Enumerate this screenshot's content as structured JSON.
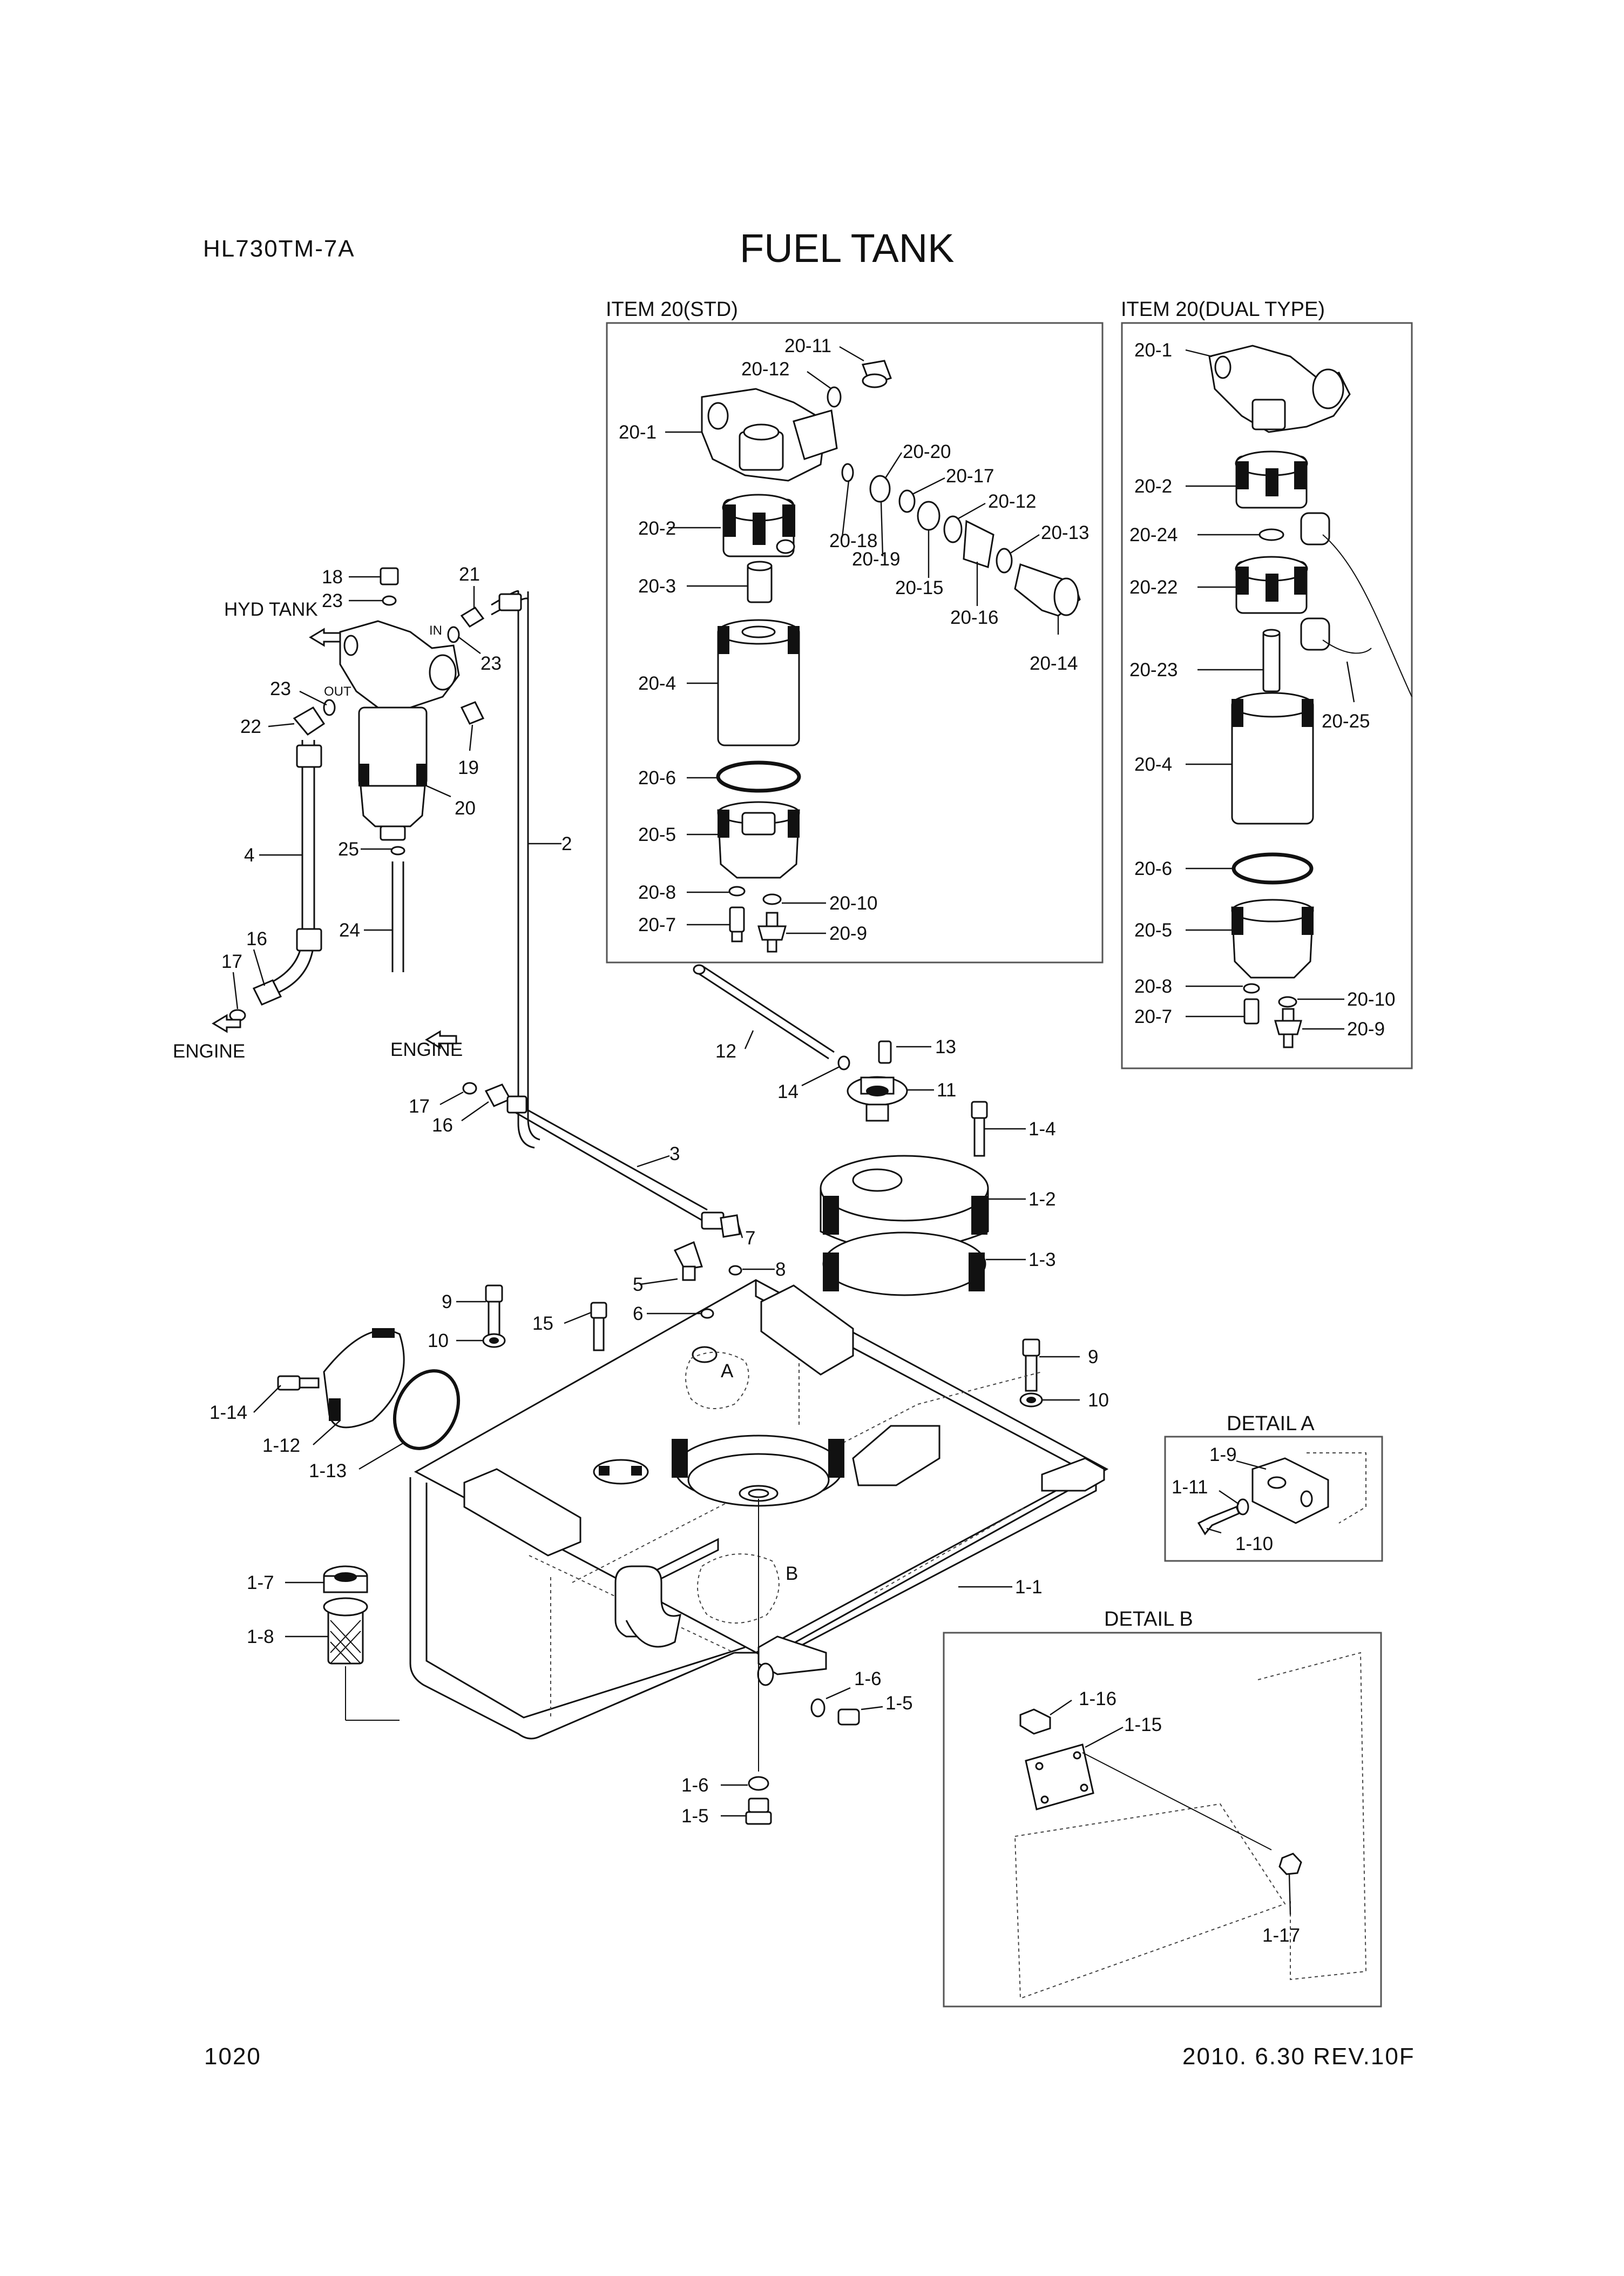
{
  "header": {
    "model": "HL730TM-7A",
    "title": "FUEL TANK"
  },
  "footer": {
    "page_number": "1020",
    "revision": "2010. 6.30  REV.10F"
  },
  "panels": {
    "std": {
      "title": "ITEM 20(STD)"
    },
    "dual": {
      "title": "ITEM 20(DUAL TYPE)"
    },
    "detail_a": {
      "title": "DETAIL A"
    },
    "detail_b": {
      "title": "DETAIL B"
    }
  },
  "notes": {
    "hyd_tank": "HYD TANK",
    "engine_left": "ENGINE",
    "engine_mid": "ENGINE",
    "in": "IN",
    "out": "OUT",
    "view_a": "A",
    "view_b": "B"
  },
  "labels": {
    "std": {
      "p20_11": "20-11",
      "p20_12a": "20-12",
      "p20_1": "20-1",
      "p20_20": "20-20",
      "p20_17": "20-17",
      "p20_12b": "20-12",
      "p20_13": "20-13",
      "p20_2": "20-2",
      "p20_18": "20-18",
      "p20_19": "20-19",
      "p20_15": "20-15",
      "p20_16": "20-16",
      "p20_14": "20-14",
      "p20_3": "20-3",
      "p20_4": "20-4",
      "p20_6": "20-6",
      "p20_5": "20-5",
      "p20_8": "20-8",
      "p20_10": "20-10",
      "p20_7": "20-7",
      "p20_9": "20-9"
    },
    "dual": {
      "p20_1": "20-1",
      "p20_2": "20-2",
      "p20_24": "20-24",
      "p20_22": "20-22",
      "p20_23": "20-23",
      "p20_25": "20-25",
      "p20_4": "20-4",
      "p20_6": "20-6",
      "p20_5": "20-5",
      "p20_8": "20-8",
      "p20_10": "20-10",
      "p20_7": "20-7",
      "p20_9": "20-9"
    },
    "filter": {
      "p18": "18",
      "p23a": "23",
      "p21": "21",
      "p23b": "23",
      "p23c": "23",
      "p22": "22",
      "p19": "19",
      "p20": "20",
      "p25": "25",
      "p24": "24",
      "p4": "4",
      "p2": "2",
      "p16a": "16",
      "p17a": "17",
      "p17b": "17",
      "p16b": "16"
    },
    "main": {
      "p12": "12",
      "p13": "13",
      "p14": "14",
      "p11": "11",
      "p1_4": "1-4",
      "p1_2": "1-2",
      "p1_3": "1-3",
      "p3": "3",
      "p7": "7",
      "p5": "5",
      "p8": "8",
      "p6": "6",
      "p9a": "9",
      "p10a": "10",
      "p15": "15",
      "p9b": "9",
      "p10b": "10",
      "p1_14": "1-14",
      "p1_12": "1-12",
      "p1_13": "1-13",
      "p1_7": "1-7",
      "p1_8": "1-8",
      "p1_1": "1-1",
      "p1_6a": "1-6",
      "p1_5a": "1-5",
      "p1_6b": "1-6",
      "p1_5b": "1-5"
    },
    "detail_a": {
      "p1_9": "1-9",
      "p1_11": "1-11",
      "p1_10": "1-10"
    },
    "detail_b": {
      "p1_16": "1-16",
      "p1_15": "1-15",
      "p1_17": "1-17"
    }
  }
}
